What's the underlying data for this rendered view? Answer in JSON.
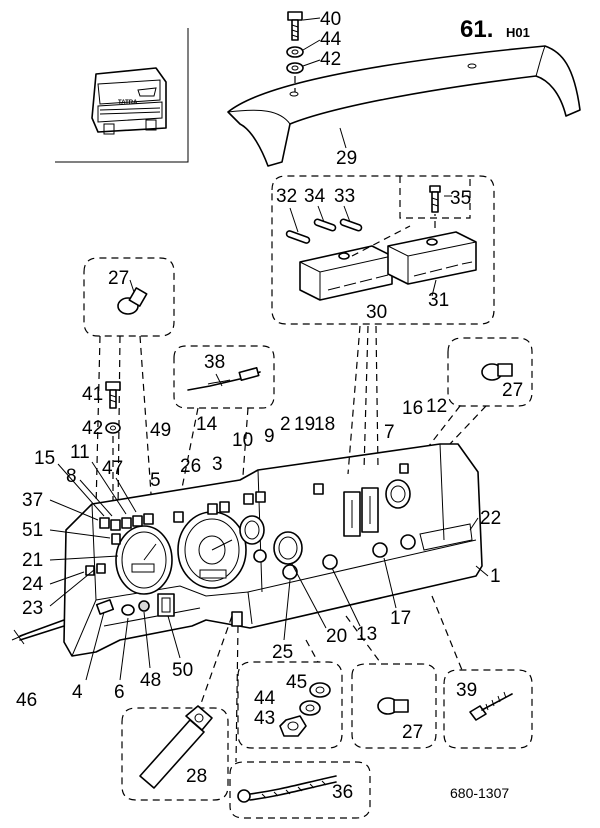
{
  "sheet": {
    "number": "61.",
    "suffix": "H01"
  },
  "drawing_number": "680-1307",
  "truck_badge": "TATRA",
  "callouts": [
    "40",
    "44",
    "42",
    "29",
    "32",
    "34",
    "33",
    "35",
    "30",
    "31",
    "27",
    "38",
    "41",
    "42",
    "49",
    "14",
    "26",
    "3",
    "10",
    "9",
    "2",
    "19",
    "18",
    "7",
    "16",
    "12",
    "27",
    "15",
    "11",
    "8",
    "47",
    "5",
    "37",
    "51",
    "21",
    "24",
    "23",
    "22",
    "1",
    "46",
    "4",
    "6",
    "48",
    "50",
    "25",
    "20",
    "13",
    "17",
    "45",
    "44",
    "43",
    "27",
    "39",
    "28",
    "36"
  ]
}
